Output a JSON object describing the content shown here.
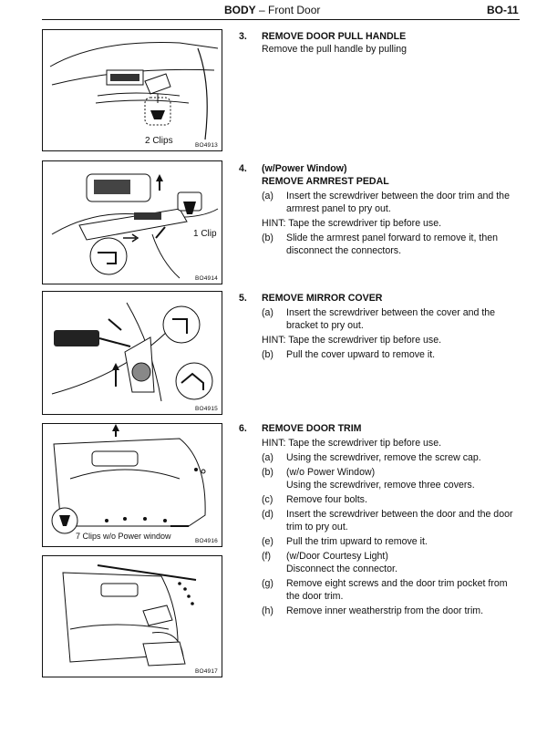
{
  "header": {
    "section": "BODY",
    "dash_title": " – Front Door",
    "page": "BO-11"
  },
  "figures": [
    {
      "caption": "2 Clips",
      "code": "BO4913"
    },
    {
      "caption": "1 Clip",
      "code": "BO4914"
    },
    {
      "caption": "",
      "code": "BO4915"
    },
    {
      "caption": "7 Clips  w/o Power window",
      "code": "BO4916"
    },
    {
      "caption": "",
      "code": "BO4917"
    }
  ],
  "steps": [
    {
      "num": "3.",
      "title": "REMOVE DOOR PULL HANDLE",
      "body": "Remove the pull handle by pulling"
    },
    {
      "num": "4.",
      "title_line1": "(w/Power Window)",
      "title_line2": "REMOVE ARMREST PEDAL",
      "items": [
        {
          "label": "(a)",
          "text": "Insert the screwdriver between the door trim and the armrest panel to pry out."
        },
        {
          "hint": "HINT:  Tape the screwdriver tip before use."
        },
        {
          "label": "(b)",
          "text": "Slide the armrest panel forward to remove it, then disconnect the connectors."
        }
      ]
    },
    {
      "num": "5.",
      "title": "REMOVE MIRROR COVER",
      "items": [
        {
          "label": "(a)",
          "text": "Insert the screwdriver between the cover and the bracket to pry out."
        },
        {
          "hint": "HINT:  Tape the screwdriver tip before use."
        },
        {
          "label": "(b)",
          "text": "Pull the cover upward to remove it."
        }
      ]
    },
    {
      "num": "6.",
      "title": "REMOVE DOOR TRIM",
      "items": [
        {
          "hint": "HINT:  Tape the screwdriver tip before use."
        },
        {
          "label": "(a)",
          "text": "Using the screwdriver, remove the screw cap."
        },
        {
          "label": "(b)",
          "text": "(w/o Power Window)",
          "text2": "Using the screwdriver, remove three covers."
        },
        {
          "label": "(c)",
          "text": "Remove four bolts."
        },
        {
          "label": "(d)",
          "text": "Insert the screwdriver between the door and the door trim to pry out."
        },
        {
          "label": "(e)",
          "text": "Pull the trim upward to remove it."
        },
        {
          "label": "(f)",
          "text": "(w/Door Courtesy Light)",
          "text2": "Disconnect the connector."
        },
        {
          "label": "(g)",
          "text": "Remove eight screws and the door trim pocket from the door trim."
        },
        {
          "label": "(h)",
          "text": "Remove inner weatherstrip from the door trim."
        }
      ]
    }
  ]
}
